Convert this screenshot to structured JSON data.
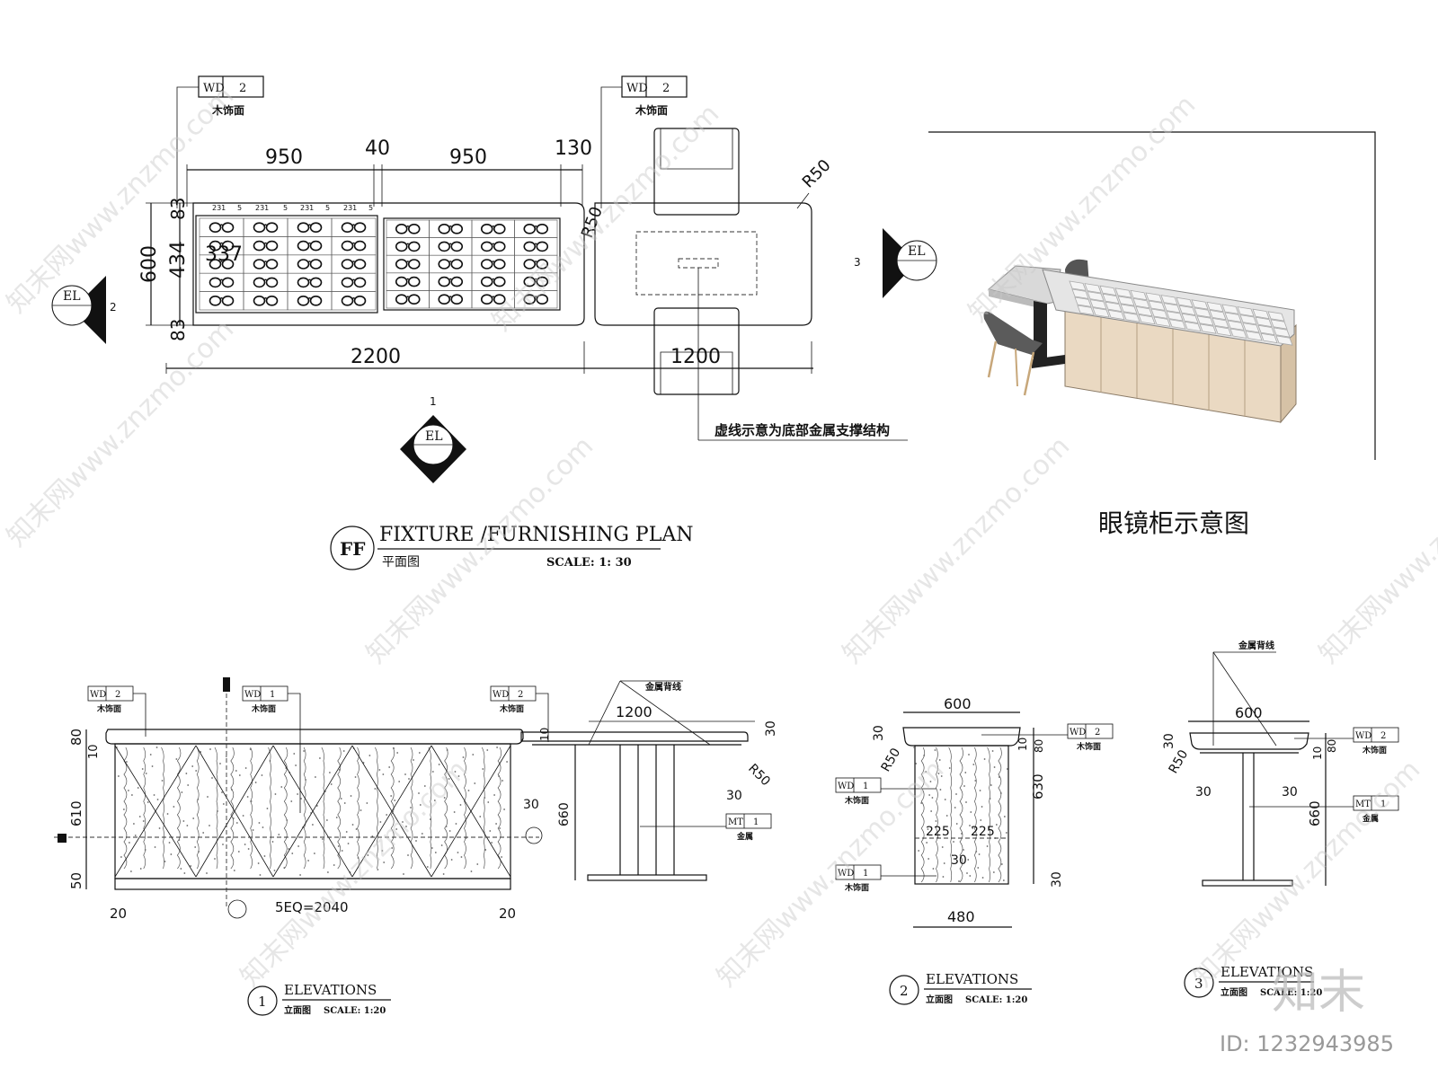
{
  "plan": {
    "title": "FIXTURE /FURNISHING PLAN",
    "subtitle": "平面图",
    "scale": "SCALE: 1: 30",
    "badge": "FF",
    "tag_code": "WD",
    "tag_num": "2",
    "tag_label": "木饰面",
    "dims_top": [
      "950",
      "40",
      "950",
      "130"
    ],
    "dim_left": [
      "600",
      "434",
      "83",
      "83"
    ],
    "dim_bottom_left": "2200",
    "dim_bottom_right": "1200",
    "radius": "R50",
    "inner_dim": "337",
    "slot_dims": [
      "231",
      "5",
      "231",
      "5",
      "231",
      "5",
      "231",
      "5"
    ],
    "note": "虚线示意为底部金属支撑结构",
    "section_tag": "EL",
    "section_ids": [
      "1",
      "2",
      "3"
    ]
  },
  "perspective": {
    "caption": "眼镜柜示意图"
  },
  "elev1": {
    "title": "ELEVATIONS",
    "subtitle": "立面图",
    "scale": "SCALE: 1:20",
    "num": "1",
    "tags": [
      {
        "code": "WD",
        "num": "2",
        "label": "木饰面"
      },
      {
        "code": "WD",
        "num": "1",
        "label": "木饰面"
      },
      {
        "code": "WD",
        "num": "2",
        "label": "木饰面"
      },
      {
        "code": "MT",
        "num": "1",
        "label": "金属"
      }
    ],
    "metal_label": "金属背线",
    "dims_left": [
      "80",
      "10",
      "610",
      "50"
    ],
    "dims_bottom": [
      "20",
      "5EQ=2040",
      "20"
    ],
    "dim_top": "1200",
    "dims_right": [
      "30",
      "30",
      "30",
      "660",
      "30",
      "10"
    ],
    "radius": "R50"
  },
  "elev2": {
    "title": "ELEVATIONS",
    "subtitle": "立面图",
    "scale": "SCALE: 1:20",
    "num": "2",
    "dim_top": "600",
    "dims_side": [
      "30",
      "10",
      "630",
      "30",
      "80"
    ],
    "dims_inner": [
      "225",
      "225",
      "30"
    ],
    "dim_bottom": "480",
    "radius": "R50",
    "tags": [
      {
        "code": "WD",
        "num": "2",
        "label": "木饰面"
      },
      {
        "code": "WD",
        "num": "1",
        "label": "木饰面"
      },
      {
        "code": "WD",
        "num": "1",
        "label": "木饰面"
      }
    ]
  },
  "elev3": {
    "title": "ELEVATIONS",
    "subtitle": "立面图",
    "scale": "SCALE: 1:20",
    "num": "3",
    "metal_label": "金属背线",
    "dim_top": "600",
    "dims_side": [
      "30",
      "30",
      "30",
      "660",
      "80",
      "10"
    ],
    "radius": "R50",
    "tags": [
      {
        "code": "WD",
        "num": "2",
        "label": "木饰面"
      },
      {
        "code": "MT",
        "num": "1",
        "label": "金属"
      }
    ]
  },
  "watermark": {
    "site": "知末网www.znzmo.com",
    "brand": "知末",
    "id": "ID: 1232943985"
  }
}
